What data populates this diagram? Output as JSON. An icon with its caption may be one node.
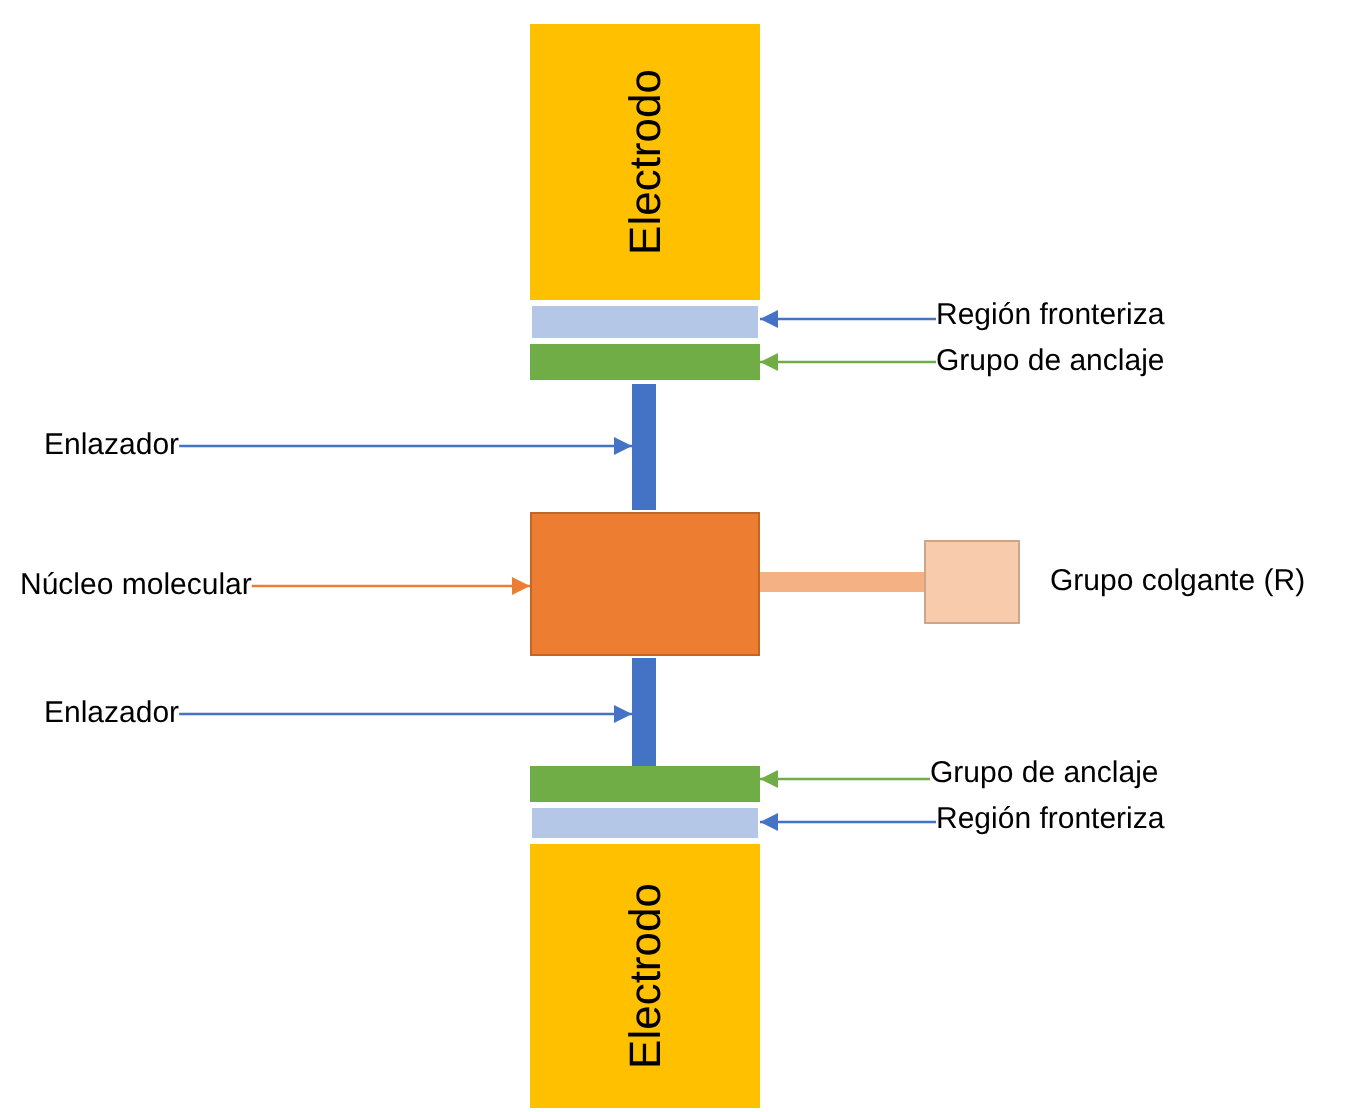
{
  "diagram": {
    "nodes": [
      {
        "text": [
          "Electrodo"
        ]
      },
      {
        "text": [],
        "shape": "bar"
      },
      {
        "text": [],
        "shape": "bar"
      },
      {
        "text": [],
        "shape": "bar"
      },
      {
        "text": [],
        "shape": "box"
      },
      {
        "text": [],
        "shape": "box",
        "beside": [
          "Grupo colgante (R)"
        ]
      },
      {
        "text": [],
        "shape": "bar"
      },
      {
        "text": [],
        "shape": "bar"
      },
      {
        "text": [],
        "shape": "bar"
      },
      {
        "text": [
          "Electrodo"
        ]
      },
      {
        "text": [
          "Región fronteriza"
        ]
      },
      {
        "text": [
          "Grupo de anclaje"
        ]
      },
      {
        "text": [
          "Enlazador"
        ]
      },
      {
        "text": [
          "Núcleo molecular"
        ]
      },
      {
        "text": [
          "Enlazador"
        ]
      },
      {
        "text": [
          "Grupo de anclaje"
        ]
      },
      {
        "text": [
          "Región fronteriza"
        ]
      }
    ],
    "edges": [
      {
        "from": 10,
        "to": 1,
        "arrow": "to"
      },
      {
        "from": 11,
        "to": 2,
        "arrow": "to",
        "color": "#70ad47"
      },
      {
        "from": 12,
        "to": 3,
        "arrow": "to"
      },
      {
        "from": 13,
        "to": 4,
        "arrow": "to",
        "color": "#ed7d31"
      },
      {
        "from": 4,
        "to": 5,
        "arrow": "none",
        "style": "thick",
        "color": "#f4b183"
      },
      {
        "from": 14,
        "to": 6,
        "arrow": "to"
      },
      {
        "from": 15,
        "to": 7,
        "arrow": "to",
        "color": "#70ad47"
      },
      {
        "from": 16,
        "to": 8,
        "arrow": "to"
      }
    ]
  }
}
